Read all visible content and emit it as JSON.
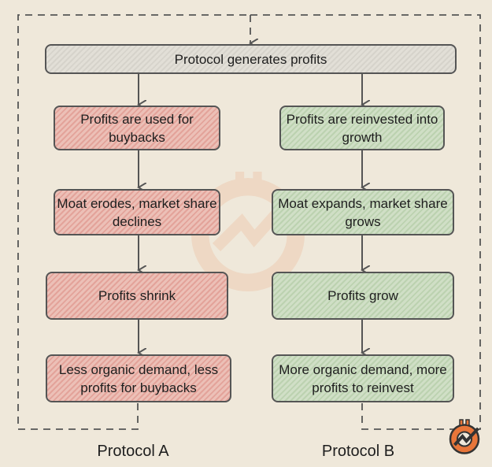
{
  "diagram": {
    "top": "Protocol generates profits",
    "protocol_a": {
      "label": "Protocol A",
      "steps": [
        "Profits are used for buybacks",
        "Moat erodes, market share declines",
        "Profits shrink",
        "Less organic demand, less profits for buybacks"
      ]
    },
    "protocol_b": {
      "label": "Protocol B",
      "steps": [
        "Profits are reinvested into growth",
        "Moat expands, market share grows",
        "Profits grow",
        "More organic demand, more profits to reinvest"
      ]
    }
  },
  "colors": {
    "negative": "#e8b0a7",
    "positive": "#c6d9bb",
    "neutral": "#dcd9d1",
    "accent": "#e8763a"
  }
}
